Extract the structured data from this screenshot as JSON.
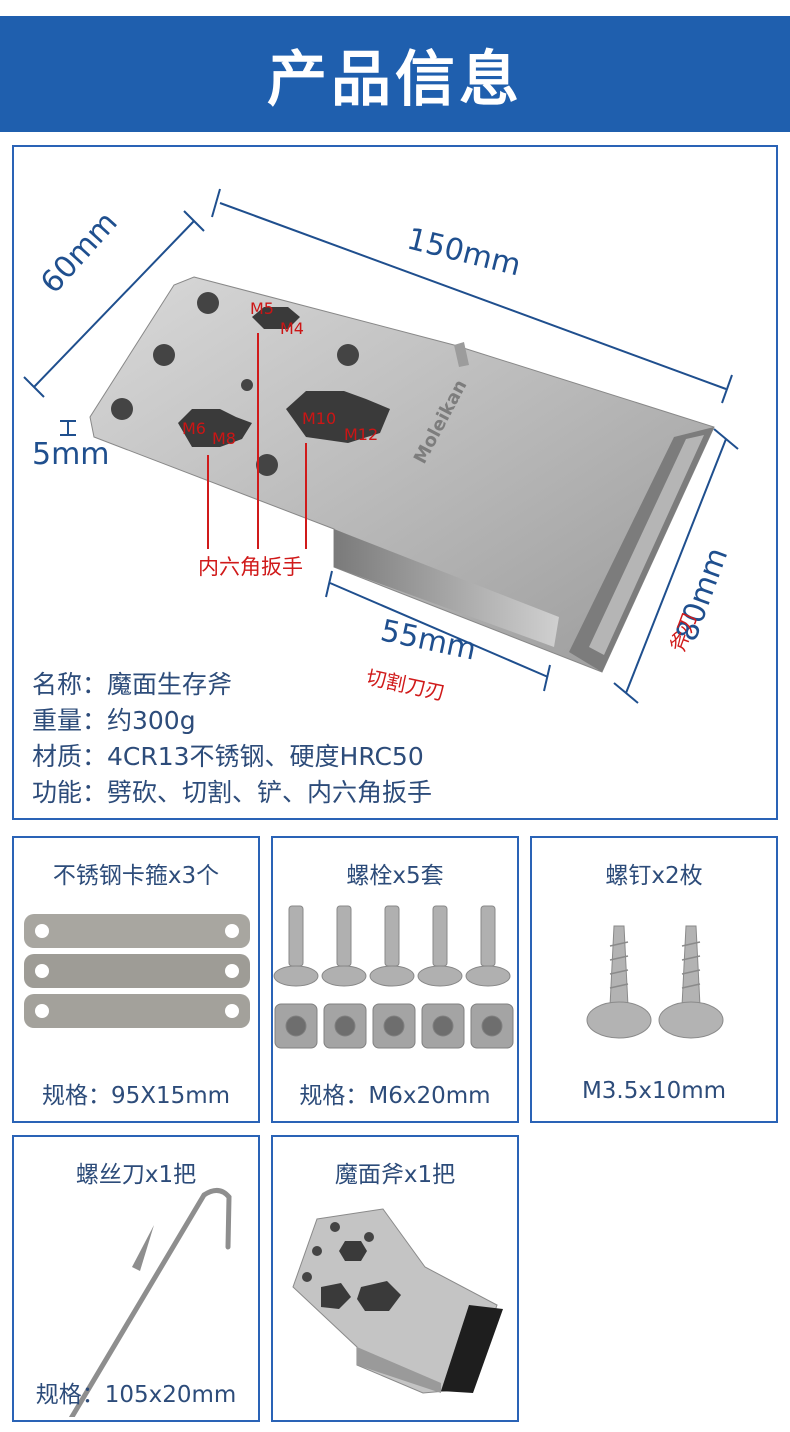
{
  "header": {
    "title": "产品信息"
  },
  "product": {
    "dimensions": {
      "length": "150mm",
      "width": "60mm",
      "thickness": "5mm",
      "blade_width": "80mm",
      "cut_length": "55mm"
    },
    "labels": {
      "axe_blade": "斧刃",
      "cutting_blade": "切割刀刃",
      "hex_wrench": "内六角扳手",
      "brand": "Moleikan"
    },
    "hex_sizes": [
      "M5",
      "M4",
      "M6",
      "M8",
      "M10",
      "M12"
    ],
    "specs": [
      "名称：魔面生存斧",
      "重量：约300g",
      "材质：4CR13不锈钢、硬度HRC50",
      "功能：劈砍、切割、铲、内六角扳手"
    ]
  },
  "accessories": [
    {
      "title": "不锈钢卡箍x3个",
      "spec": "规格：95X15mm"
    },
    {
      "title": "螺栓x5套",
      "spec": "规格：M6x20mm"
    },
    {
      "title": "螺钉x2枚",
      "spec": "M3.5x10mm"
    },
    {
      "title": "螺丝刀x1把",
      "spec": "规格：105x20mm"
    },
    {
      "title": "魔面斧x1把",
      "spec": ""
    }
  ],
  "colors": {
    "header_bg": "#1f5fae",
    "border": "#2a63b6",
    "text": "#2d4c7a",
    "red": "#d01a1a"
  }
}
